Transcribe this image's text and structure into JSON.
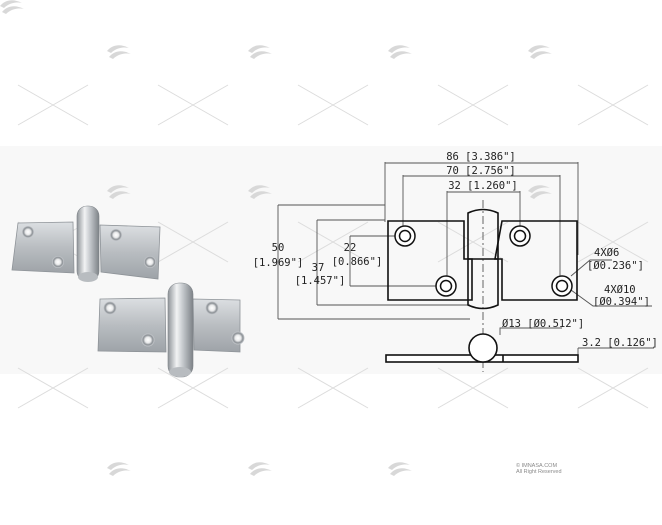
{
  "product": {
    "type": "Lift-off stainless steel hinge",
    "photo_alt": "Two polished stainless steel lift-off hinges"
  },
  "drawing": {
    "width_overall": "86 [3.386\"]",
    "width_holes_outer": "70 [2.756\"]",
    "width_holes_inner": "32 [1.260\"]",
    "height_overall_mm": "50",
    "height_overall_in": "[1.969\"]",
    "height_37_mm": "37",
    "height_37_in": "[1.457\"]",
    "height_22_mm": "22",
    "height_22_in": "[0.866\"]",
    "hole_inner_count": "4XØ6",
    "hole_inner_in": "[Ø0.236\"]",
    "hole_outer_count": "4XØ10",
    "hole_outer_in": "[Ø0.394\"]",
    "pin_diameter": "Ø13 [Ø0.512\"]",
    "thickness": "3.2 [0.126\"]"
  },
  "watermark": {
    "line1": "© IMNASA.COM",
    "line2": "All Right Reserved"
  },
  "colors": {
    "line": "#1a1a1a",
    "dim_line": "#444444",
    "watermark": "#d6d6d6",
    "band": "#f8f8f8"
  }
}
